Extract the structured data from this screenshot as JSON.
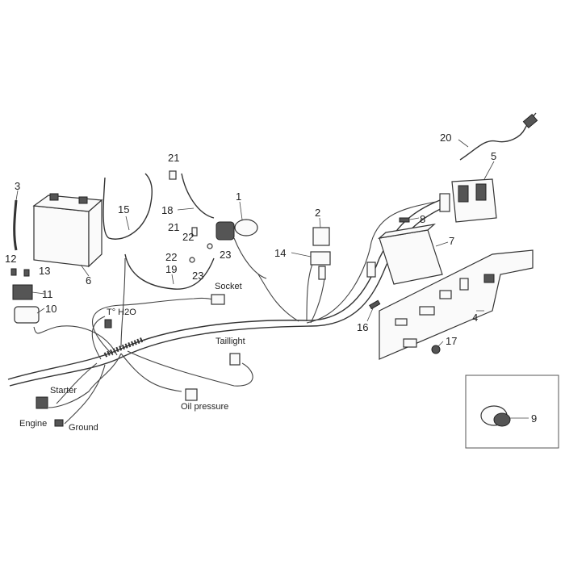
{
  "callouts": {
    "n1": "1",
    "n2": "2",
    "n3": "3",
    "n4": "4",
    "n5": "5",
    "n6": "6",
    "n7": "7",
    "n8": "8",
    "n9": "9",
    "n10": "10",
    "n11": "11",
    "n12": "12",
    "n13": "13",
    "n14": "14",
    "n15": "15",
    "n16": "16",
    "n17": "17",
    "n18": "18",
    "n19": "19",
    "n20": "20",
    "n21a": "21",
    "n21b": "21",
    "n22a": "22",
    "n22b": "22",
    "n23a": "23",
    "n23b": "23"
  },
  "labels": {
    "socket": "Socket",
    "temp": "T° H2O",
    "taillight": "Taillight",
    "starter": "Starter",
    "engine": "Engine",
    "ground": "Ground",
    "oil": "Oil pressure"
  }
}
